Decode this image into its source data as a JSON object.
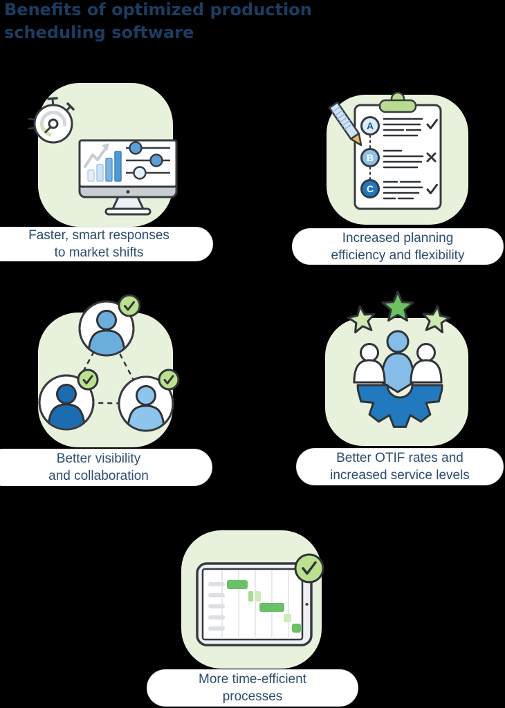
{
  "title": "Benefits of optimized production\nscheduling software",
  "cards": [
    {
      "id": "market-shifts",
      "label": "Faster, smart responses\nto market shifts"
    },
    {
      "id": "planning",
      "label": "Increased planning\nefficiency and flexibility"
    },
    {
      "id": "collaboration",
      "label": "Better visibility\nand collaboration"
    },
    {
      "id": "otif",
      "label": "Better OTIF rates and\nincreased service levels"
    },
    {
      "id": "time-efficient",
      "label": "More time-efficient\nprocesses"
    }
  ],
  "clipboard_items": {
    "a": "A",
    "b": "B",
    "c": "C"
  },
  "colors": {
    "background": "#000000",
    "title_text": "#1c3c60",
    "label_text": "#2b4c70",
    "card_background": "#e7f1dc",
    "pill_background": "#ffffff",
    "outline": "#2f3338",
    "blue_dark": "#1f78c0",
    "blue_medium": "#5ba0d8",
    "blue_light": "#8fc1ec",
    "blue_pale": "#dcecfa",
    "green_badge": "#bce08f",
    "green_star": "#6ec161",
    "green_pale": "#cfe7b0",
    "green_gantt": "#6cc069",
    "clip_green": "#b9dc8f"
  }
}
